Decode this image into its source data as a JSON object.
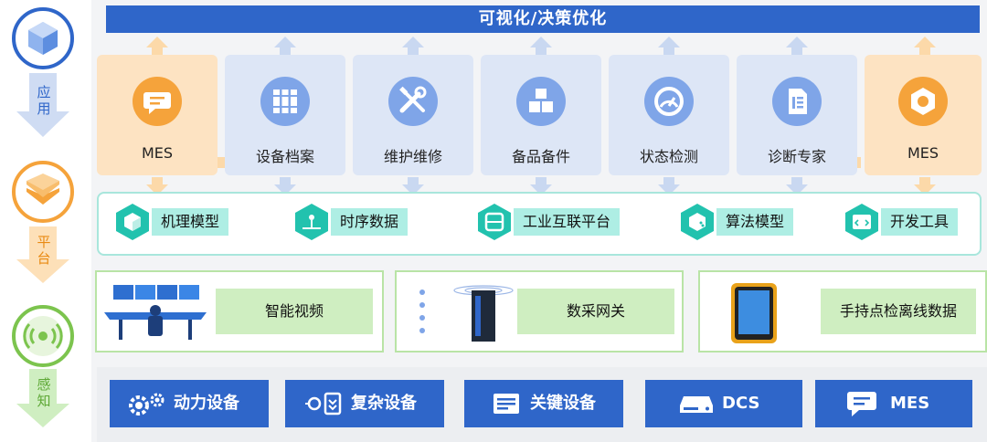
{
  "layers": {
    "app": {
      "line1": "应",
      "line2": "用"
    },
    "platform": {
      "line1": "平",
      "line2": "台"
    },
    "sense": {
      "line1": "感",
      "line2": "知"
    }
  },
  "top_banner": "可视化/决策优化",
  "apps": [
    {
      "label": "MES",
      "icon": "chat-icon"
    },
    {
      "label": "设备档案",
      "icon": "binders-icon"
    },
    {
      "label": "维护维修",
      "icon": "tools-icon"
    },
    {
      "label": "备品备件",
      "icon": "boxes-icon"
    },
    {
      "label": "状态检测",
      "icon": "gauge-icon"
    },
    {
      "label": "诊断专家",
      "icon": "document-icon"
    },
    {
      "label": "MES",
      "icon": "hex-nut-icon"
    }
  ],
  "platform_items": [
    {
      "label": "机理模型",
      "icon": "cube-icon"
    },
    {
      "label": "时序数据",
      "icon": "chart-icon"
    },
    {
      "label": "工业互联平台",
      "icon": "server-icon"
    },
    {
      "label": "算法模型",
      "icon": "cube-dots-icon"
    },
    {
      "label": "开发工具",
      "icon": "code-window-icon"
    }
  ],
  "sense_items": [
    {
      "label": "智能视频",
      "icon": "control-room-image"
    },
    {
      "label": "数采网关",
      "icon": "gateway-device-image"
    },
    {
      "label": "手持点检离线数据",
      "icon": "handheld-device-image"
    }
  ],
  "devices": [
    {
      "label": "动力设备",
      "icon": "gears-icon"
    },
    {
      "label": "复杂设备",
      "icon": "valve-icon"
    },
    {
      "label": "关键设备",
      "icon": "terminal-icon"
    },
    {
      "label": "DCS",
      "icon": "drive-icon"
    },
    {
      "label": "MES",
      "icon": "chat-icon"
    }
  ],
  "colors": {
    "primary_blue": "#2f66c9",
    "orange": "#f5a33b",
    "teal": "#22c2ae",
    "green": "#7cc44e",
    "app_card_blue": "#dde6f6",
    "app_card_orange": "#fde3c2"
  }
}
